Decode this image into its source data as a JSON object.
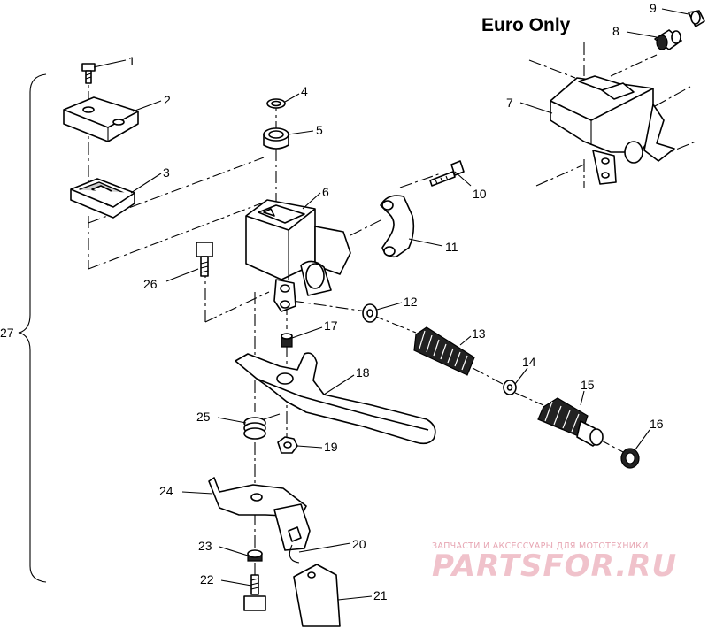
{
  "header": {
    "euro_label": "Euro Only"
  },
  "callouts": [
    {
      "id": "1",
      "label": "1"
    },
    {
      "id": "2",
      "label": "2"
    },
    {
      "id": "3",
      "label": "3"
    },
    {
      "id": "4",
      "label": "4"
    },
    {
      "id": "5",
      "label": "5"
    },
    {
      "id": "6",
      "label": "6"
    },
    {
      "id": "7",
      "label": "7"
    },
    {
      "id": "8",
      "label": "8"
    },
    {
      "id": "9",
      "label": "9"
    },
    {
      "id": "10",
      "label": "10"
    },
    {
      "id": "11",
      "label": "11"
    },
    {
      "id": "12",
      "label": "12"
    },
    {
      "id": "13",
      "label": "13"
    },
    {
      "id": "14",
      "label": "14"
    },
    {
      "id": "15",
      "label": "15"
    },
    {
      "id": "16",
      "label": "16"
    },
    {
      "id": "17",
      "label": "17"
    },
    {
      "id": "18",
      "label": "18"
    },
    {
      "id": "19",
      "label": "19"
    },
    {
      "id": "20",
      "label": "20"
    },
    {
      "id": "21",
      "label": "21"
    },
    {
      "id": "22",
      "label": "22"
    },
    {
      "id": "23",
      "label": "23"
    },
    {
      "id": "24",
      "label": "24"
    },
    {
      "id": "25",
      "label": "25"
    },
    {
      "id": "26",
      "label": "26"
    },
    {
      "id": "27",
      "label": "27"
    }
  ],
  "watermark": {
    "caption": "ЗАПЧАСТИ И АКСЕССУАРЫ ДЛЯ МОТОТЕХНИКИ",
    "logo": "PARTSFOR.RU",
    "color": "#f0c2cb"
  }
}
